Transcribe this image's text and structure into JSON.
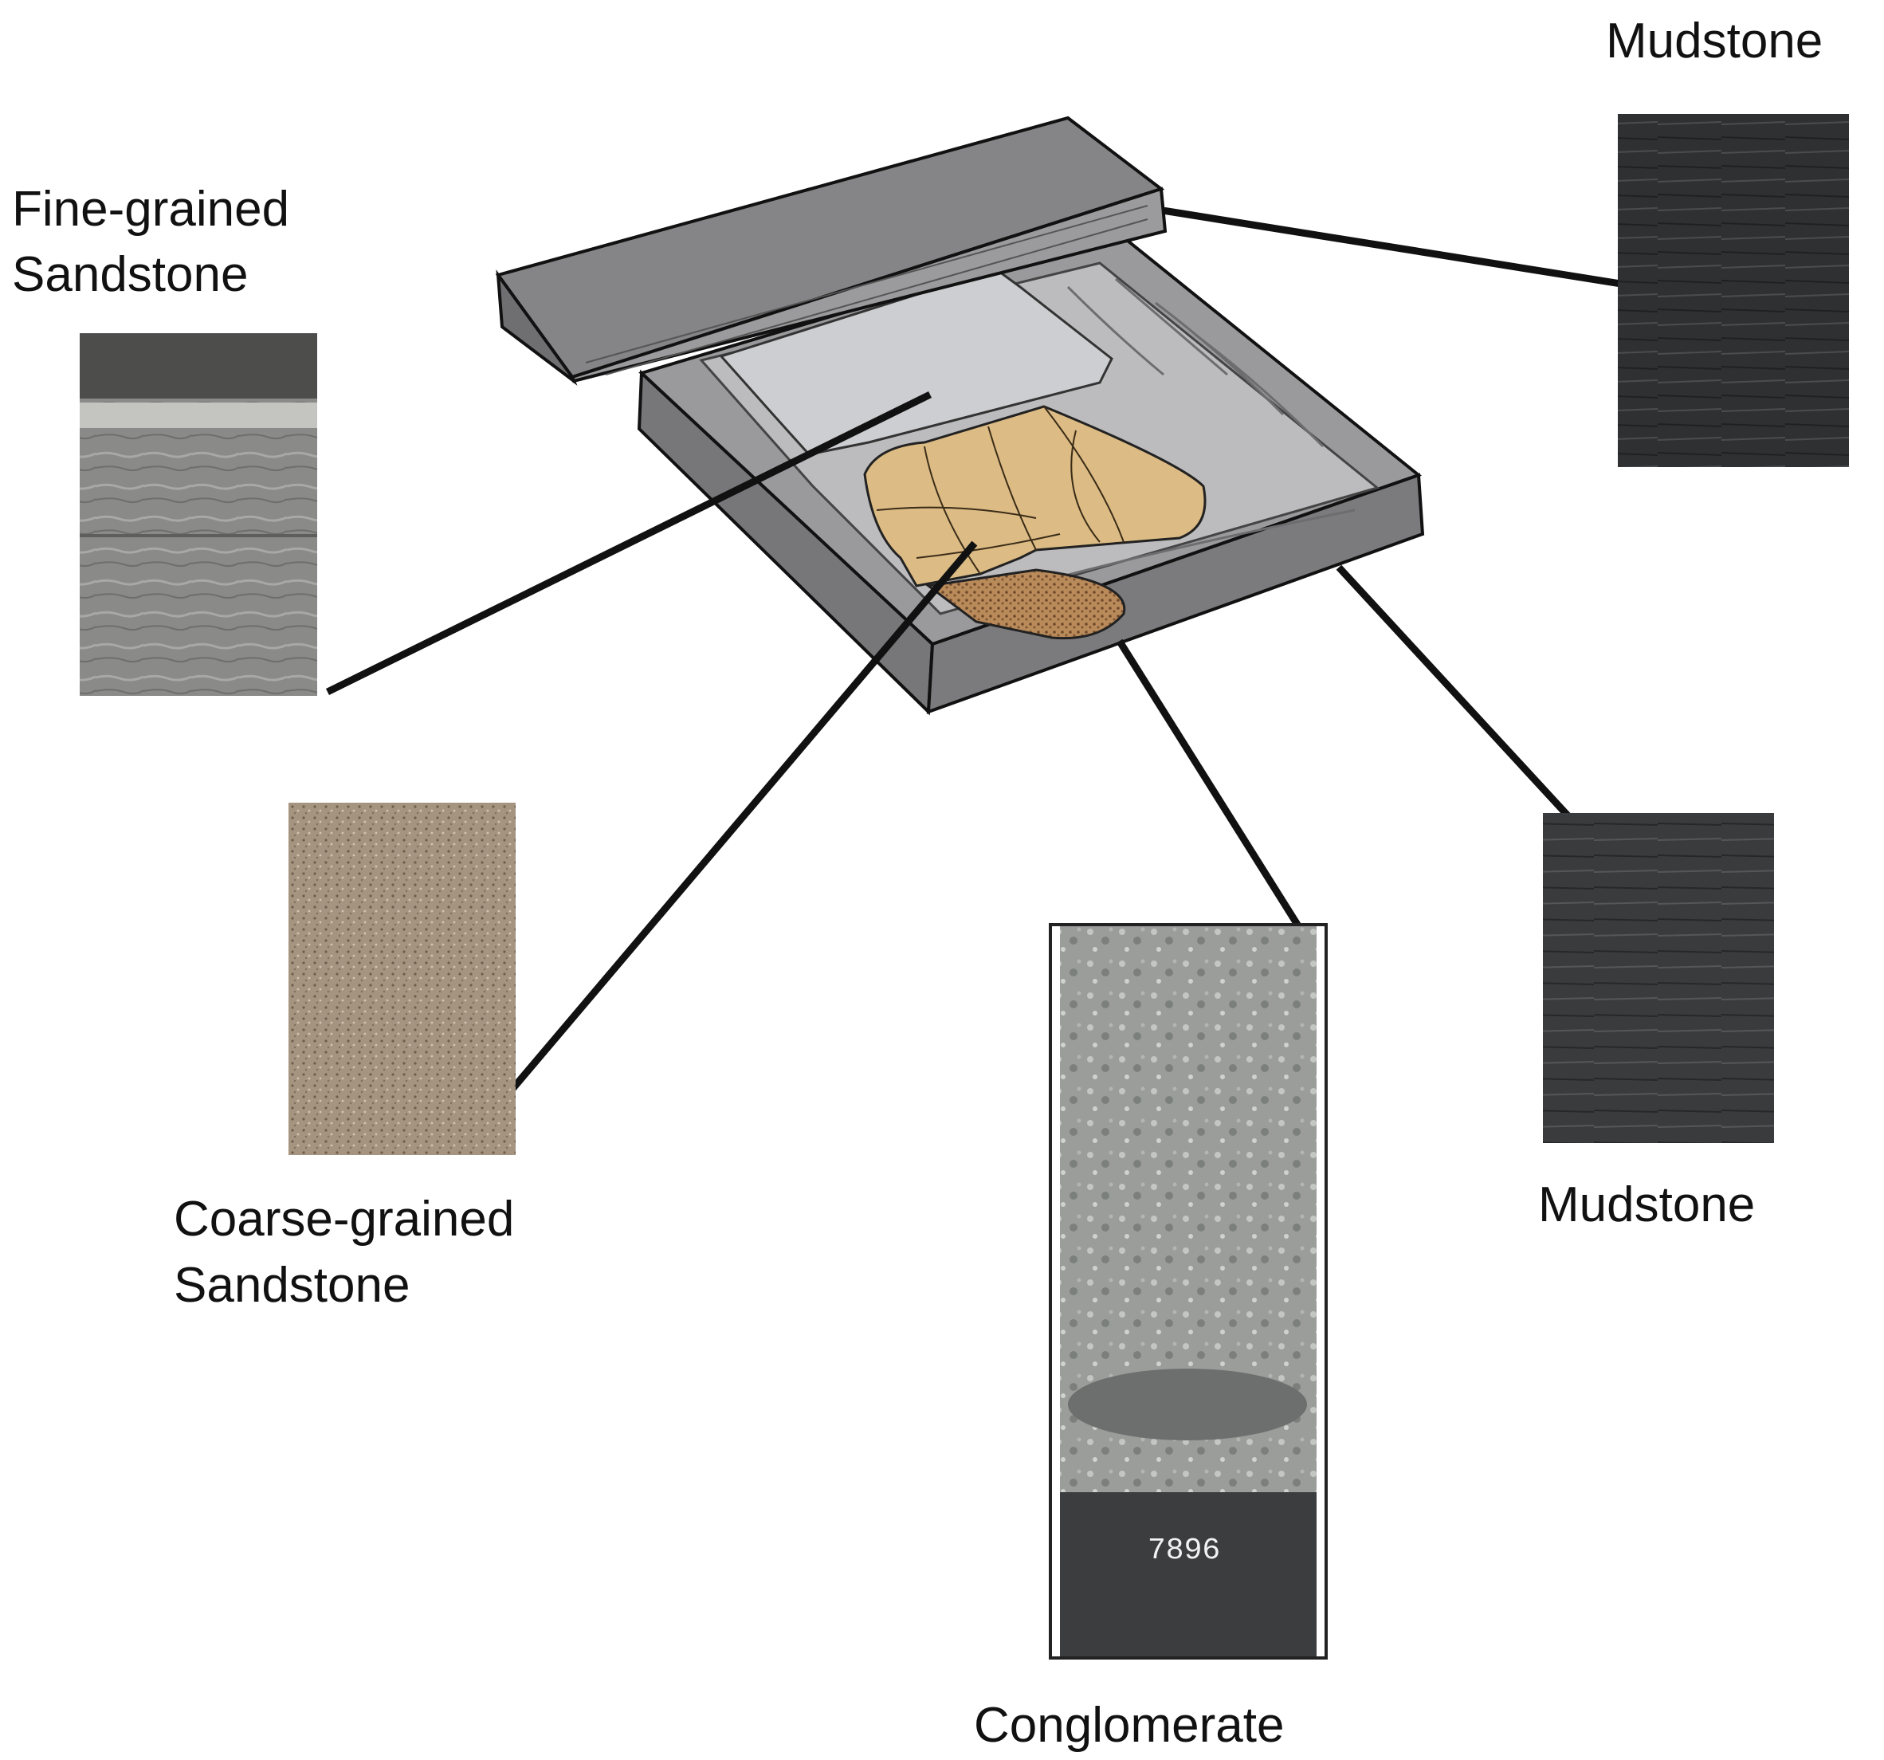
{
  "labels": {
    "mudstone_top": "Mudstone",
    "fine_sandstone": [
      "Fine-grained",
      "Sandstone"
    ],
    "coarse_sandstone": [
      "Coarse-grained",
      "Sandstone"
    ],
    "mudstone_right": "Mudstone",
    "conglomerate": "Conglomerate"
  },
  "core_marking": "7896",
  "colors": {
    "block_side": "#7b7b7d",
    "block_top": "#9a9a9c",
    "basin_floor": "#bcbcbe",
    "fine_sand": "#cdced1",
    "coarse_sand": "#dcbb84",
    "conglomerate": "#b98a5a",
    "leader": "#111111"
  }
}
